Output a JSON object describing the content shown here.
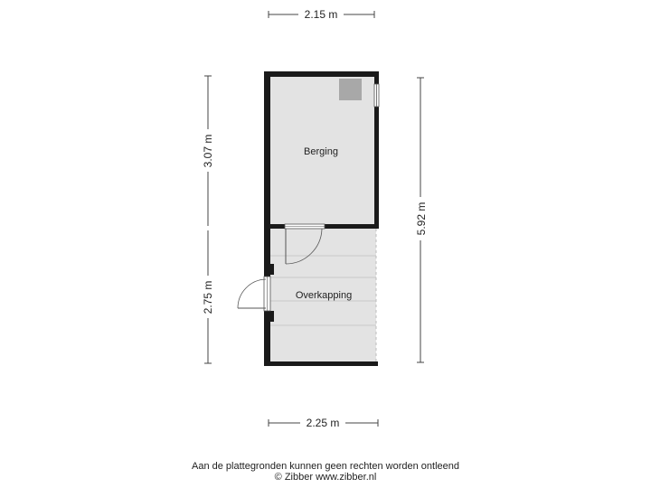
{
  "dimensions": {
    "top_width": "2.15 m",
    "bottom_width": "2.25 m",
    "left_upper_height": "3.07 m",
    "left_lower_height": "2.75 m",
    "right_total_height": "5.92 m"
  },
  "rooms": {
    "berging": "Berging",
    "overkapping": "Overkapping"
  },
  "footer": {
    "disclaimer": "Aan de plattegronden kunnen geen rechten worden ontleend",
    "credit": "© Zibber www.zibber.nl"
  },
  "colors": {
    "wall": "#1a1a1a",
    "floor": "#e3e3e3",
    "dimension_line": "#444444",
    "fixture": "#a8a8a8"
  }
}
